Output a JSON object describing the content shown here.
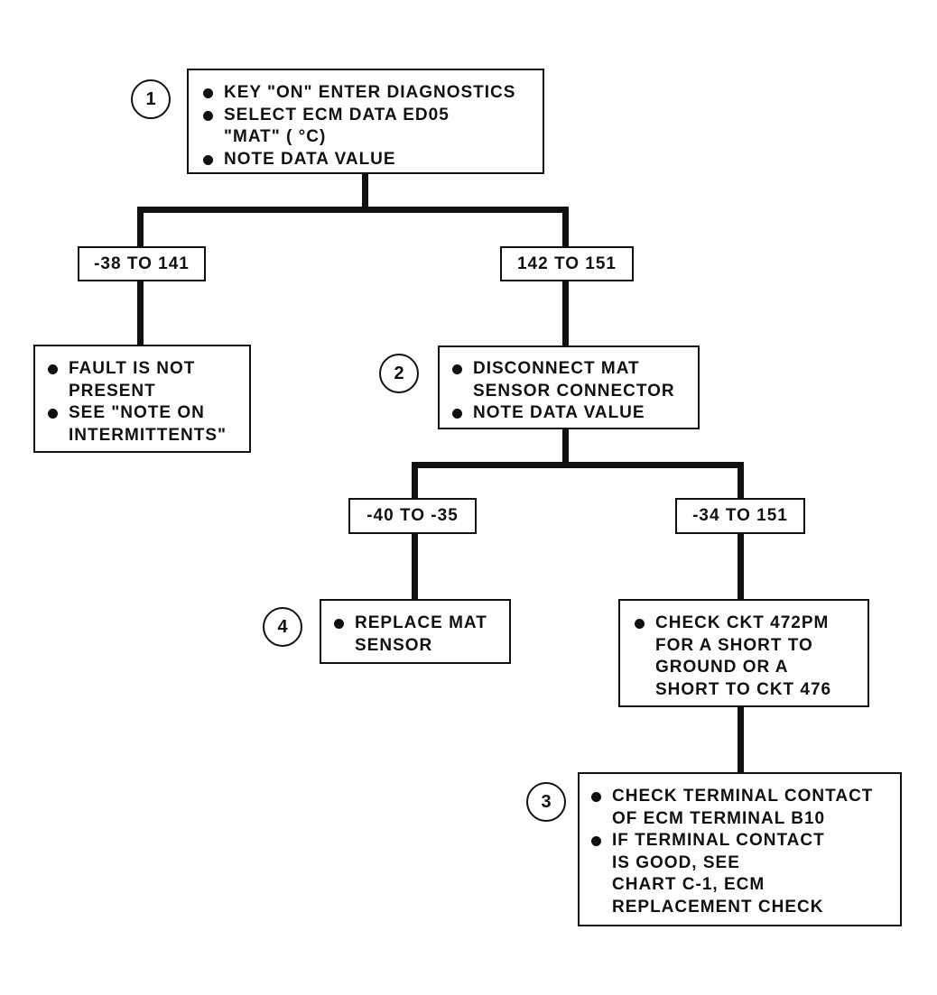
{
  "steps": {
    "s1": "1",
    "s2": "2",
    "s3": "3",
    "s4": "4"
  },
  "nodes": {
    "start": {
      "l1": "KEY \"ON\" ENTER DIAGNOSTICS",
      "l2": "SELECT ECM DATA ED05",
      "l3": "\"MAT\" ( °C)",
      "l4": "NOTE DATA VALUE"
    },
    "fault_not_present": {
      "l1": "FAULT IS NOT",
      "l2": "PRESENT",
      "l3": "SEE \"NOTE ON",
      "l4": "INTERMITTENTS\""
    },
    "disconnect": {
      "l1": "DISCONNECT MAT",
      "l2": "SENSOR CONNECTOR",
      "l3": "NOTE DATA VALUE"
    },
    "replace": {
      "l1": "REPLACE MAT",
      "l2": "SENSOR"
    },
    "check_ckt": {
      "l1": "CHECK CKT 472PM",
      "l2": "FOR A SHORT TO",
      "l3": "GROUND OR A",
      "l4": "SHORT TO CKT 476"
    },
    "check_terminal": {
      "l1": "CHECK TERMINAL CONTACT",
      "l2": "OF ECM TERMINAL B10",
      "l3": "IF TERMINAL CONTACT",
      "l4": "IS GOOD, SEE",
      "l5": "CHART C-1, ECM",
      "l6": "REPLACEMENT CHECK"
    }
  },
  "ranges": {
    "r1": "-38 TO 141",
    "r2": "142 TO 151",
    "r3": "-40 TO -35",
    "r4": "-34 TO 151"
  }
}
